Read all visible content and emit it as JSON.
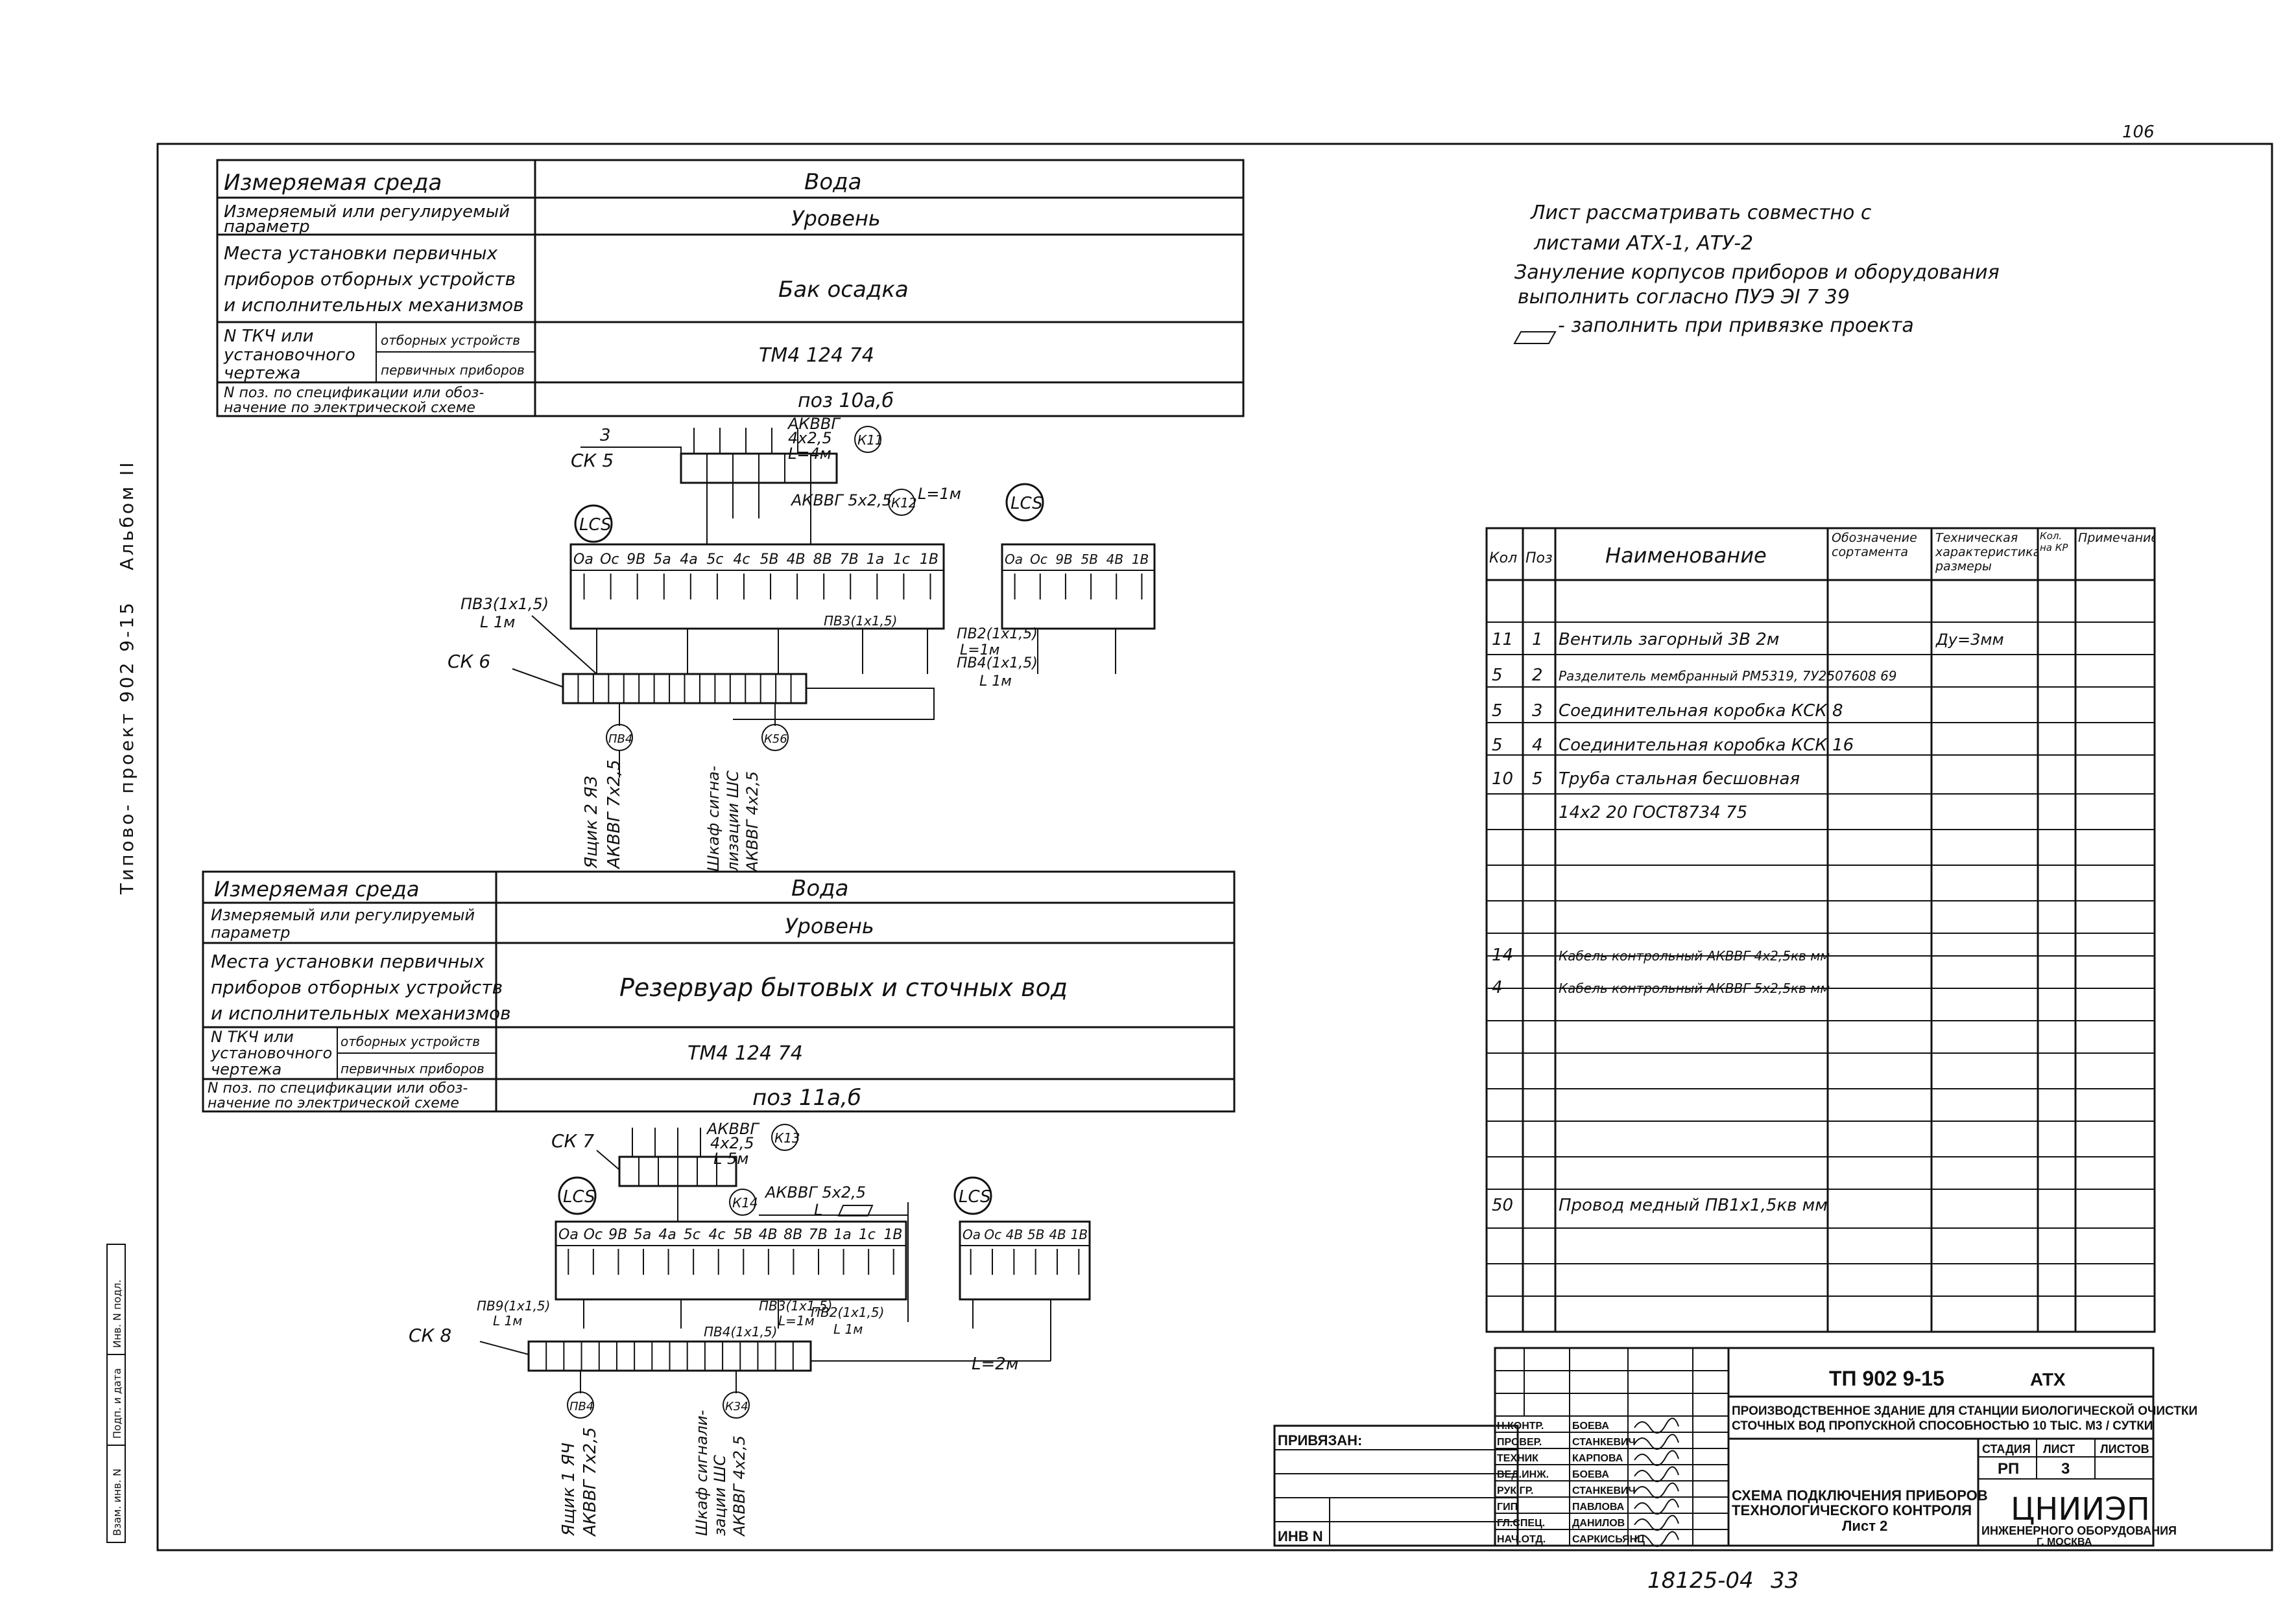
{
  "sheet": {
    "corner_mark": "106",
    "side_label": "Типово- проект 902 9-15",
    "side_album": "Альбом II",
    "bottom_number": "18125-04",
    "bottom_page": "33"
  },
  "notes": [
    "Лист рассматривать совместно с",
    "листами АТХ-1, АТУ-2",
    "Зануление корпусов приборов и оборудования",
    "выполнить согласно ПУЭ ЭI 7 39",
    "- заполнить при привязке проекта"
  ],
  "param_table_labels": {
    "medium": "Измеряемая среда",
    "parameter": [
      "Измеряемый или регулируемый",
      "параметр"
    ],
    "location": [
      "Места установки первичных",
      "приборов отборных устройств",
      "и исполнительных механизмов"
    ],
    "ntk": [
      "N ТКЧ или",
      "установочного",
      "чертежа"
    ],
    "sub_taps": "отборных устройств",
    "sub_primary": "первичных приборов",
    "pos": [
      "N поз. по спецификации или обоз-",
      "начение по электрической схеме"
    ]
  },
  "table1": {
    "medium": "Вода",
    "parameter": "Уровень",
    "location": "Бак осадка",
    "ntk": "ТМ4 124 74",
    "pos": "поз 10а,б"
  },
  "table2": {
    "medium": "Вода",
    "parameter": "Уровень",
    "location": "Резервуар бытовых и сточных вод",
    "ntk": "ТМ4 124 74",
    "pos": "поз 11а,б"
  },
  "diagram1": {
    "lcs_left": "LCS",
    "lcs_right": "LCS",
    "top_ck": "СК 5",
    "top_ck_num": "3",
    "cable_k11": "К11",
    "cable_k11_spec": [
      "АКВВГ",
      "4х2,5",
      "L=4м"
    ],
    "cable_k12": "К12",
    "cable_k12_spec": "АКВВГ 5х2,5",
    "cable_k12_len": "L=1м",
    "pv_left": [
      "ПВ3(1х1,5)",
      "L 1м"
    ],
    "pv_mid": "ПВ3(1х1,5)",
    "pv_right": [
      "ПВ2(1х1,5)",
      "L=1м"
    ],
    "pv4": [
      "ПВ4(1х1,5)",
      "L 1м"
    ],
    "ck": "СК 6",
    "cable_left_id": "ПВ4",
    "cable_left_desc": [
      "Ящик 2 ЯЗ",
      "АКВВГ 7х2,5"
    ],
    "cable_right_id": "К56",
    "cable_right_desc": [
      "Шкаф сигна-",
      "лизации ШС",
      "АКВВГ 4х2,5"
    ],
    "lcs_terminals": [
      "Оа",
      "Ос",
      "9В",
      "5а",
      "4а",
      "5с",
      "4с",
      "5В",
      "4В",
      "8В",
      "7В",
      "1а",
      "1с",
      "1В"
    ],
    "lcs2_terminals": [
      "Оа",
      "Ос",
      "9В",
      "5В",
      "4В",
      "1В"
    ]
  },
  "diagram2": {
    "lcs_left": "LCS",
    "lcs_right": "LCS",
    "top_ck": "СК 7",
    "cable_k13": "К13",
    "cable_k13_spec": [
      "АКВВГ",
      "4х2,5",
      "L 5м"
    ],
    "cable_k14": "К14",
    "cable_k14_spec": "АКВВГ 5х2,5",
    "cable_k14_len": "L",
    "pv_left": [
      "ПВ9(1х1,5)",
      "L 1м"
    ],
    "pv_mid": [
      "ПВ3(1х1,5)",
      "L=1м"
    ],
    "pv_right": [
      "ПВ2(1х1,5)",
      "L 1м"
    ],
    "pv4": "ПВ4(1х1,5)",
    "ck": "СК 8",
    "len_right": "L=2м",
    "cable_left_id": "ПВ4",
    "cable_left_desc": [
      "Ящик 1 ЯЧ",
      "АКВВГ 7х2,5"
    ],
    "cable_right_id": "К34",
    "cable_right_desc": [
      "Шкаф сигнали-",
      "зации ШС",
      "АКВВГ 4х2,5"
    ],
    "lcs_terminals": [
      "Оа",
      "Ос",
      "9В",
      "5а",
      "4а",
      "5с",
      "4с",
      "5В",
      "4В",
      "8В",
      "7В",
      "1а",
      "1с",
      "1В"
    ],
    "lcs2_terminals": [
      "Оа",
      "Ос",
      "4В",
      "5В",
      "4В",
      "1В"
    ]
  },
  "spec_table": {
    "headers": [
      "Кол",
      "Поз",
      "Наименование",
      "Обозначение сортамента",
      "Техническая характеристика, размеры",
      "Кол. на КР",
      "Примечание"
    ],
    "rows": [
      {
        "qty": "11",
        "pos": "1",
        "name": "Вентиль загорный 3В 2м",
        "dim": "Ду=3мм"
      },
      {
        "qty": "5",
        "pos": "2",
        "name": "Разделитель мембранный РМ5319, 7У2507608 69",
        "dim": ""
      },
      {
        "qty": "5",
        "pos": "3",
        "name": "Соединительная коробка КСК 8",
        "dim": ""
      },
      {
        "qty": "5",
        "pos": "4",
        "name": "Соединительная коробка КСК 16",
        "dim": ""
      },
      {
        "qty": "10",
        "pos": "5",
        "name": "Труба стальная бесшовная",
        "dim": ""
      },
      {
        "qty": "",
        "pos": "",
        "name": "14х2 20 ГОСТ8734 75",
        "dim": ""
      },
      {
        "qty": "14",
        "pos": "",
        "name": "Кабель контрольный АКВВГ 4х2,5кв мм",
        "dim": ""
      },
      {
        "qty": "4",
        "pos": "",
        "name": "Кабель контрольный АКВВГ 5х2,5кв мм",
        "dim": ""
      },
      {
        "qty": "50",
        "pos": "",
        "name": "Провод медный ПВ1х1,5кв мм",
        "dim": ""
      }
    ]
  },
  "title_block": {
    "code": "ТП 902 9-15",
    "mark": "АТХ",
    "building": [
      "ПРОИЗВОДСТВЕННОЕ ЗДАНИЕ ДЛЯ СТАНЦИИ БИОЛОГИЧЕСКОЙ ОЧИСТКИ",
      "СТОЧНЫХ ВОД ПРОПУСКНОЙ СПОСОБНОСТЬЮ 10 ТЫС. М3 / СУТКИ"
    ],
    "sheet_title": [
      "СХЕМА ПОДКЛЮЧЕНИЯ ПРИБОРОВ",
      "ТЕХНОЛОГИЧЕСКОГО КОНТРОЛЯ",
      "Лист 2"
    ],
    "stage_label": "СТАДИЯ",
    "sheet_label": "ЛИСТ",
    "sheets_label": "ЛИСТОВ",
    "stage": "РП",
    "sheet_no": "3",
    "org": "ЦНИИЭП",
    "org_sub": [
      "ИНЖЕНЕРНОГО ОБОРУДОВАНИЯ",
      "Г. МОСКВА"
    ],
    "tied": "ПРИВЯЗАН:",
    "inv": "ИНВ N",
    "roles": [
      "Н.КОНТР.",
      "ПРОВЕР.",
      "ТЕХНИК",
      "ВЕД.ИНЖ.",
      "РУК.ГР.",
      "ГИП",
      "ГЛ.СПЕЦ.",
      "НАЧ.ОТД."
    ],
    "names": [
      "БОЕВА",
      "СТАНКЕВИЧ",
      "КАРПОВА",
      "БОЕВА",
      "СТАНКЕВИЧ",
      "ПАВЛОВА",
      "ДАНИЛОВ",
      "САРКИСЬЯНЦ"
    ]
  },
  "left_stamp": [
    "Инв. N подл.",
    "Подп. и дата",
    "Взам. инв. N"
  ]
}
